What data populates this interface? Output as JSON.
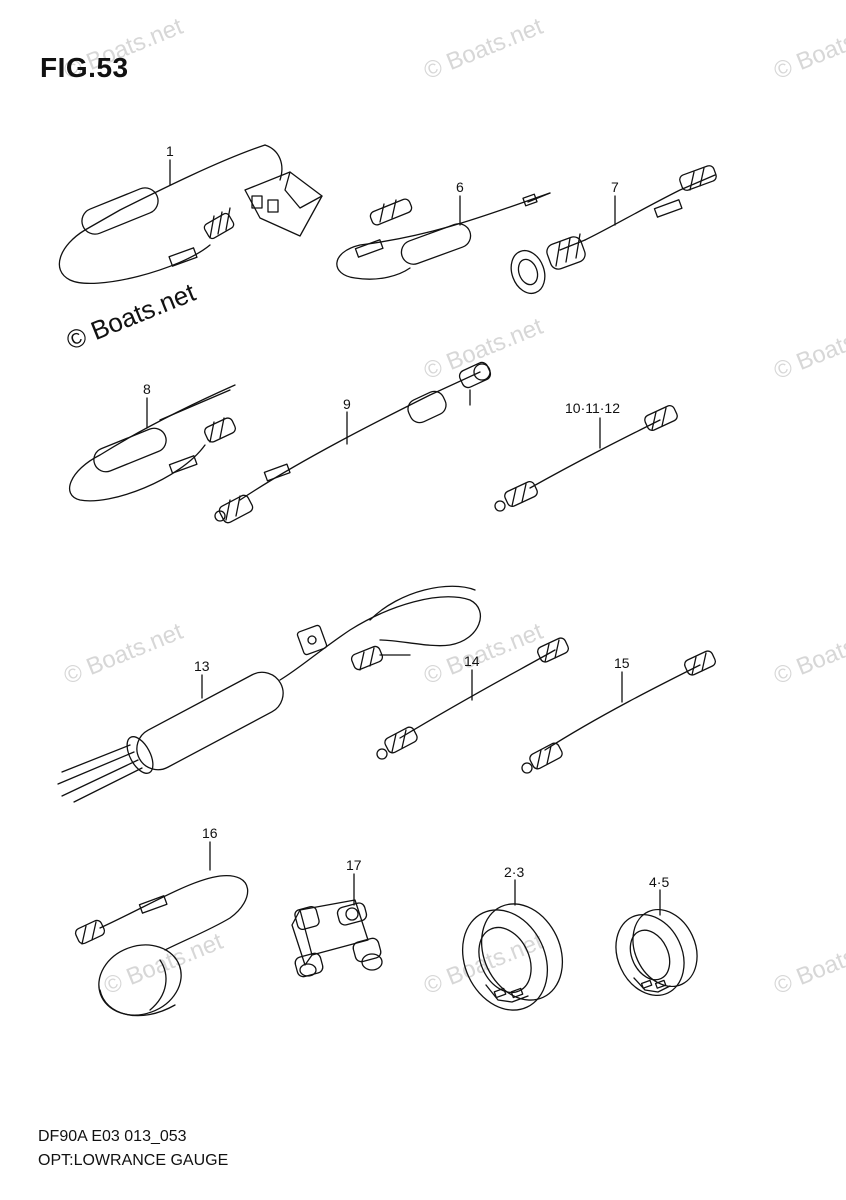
{
  "figure": {
    "title": "FIG.53"
  },
  "watermark": {
    "text": "© Boats.net"
  },
  "footer": {
    "code": "DF90A E03 013_053",
    "title": "OPT:LOWRANCE GAUGE"
  },
  "callouts": [
    "1",
    "6",
    "7",
    "8",
    "9",
    "10·11·12",
    "13",
    "14",
    "15",
    "16",
    "17",
    "2·3",
    "4·5"
  ]
}
